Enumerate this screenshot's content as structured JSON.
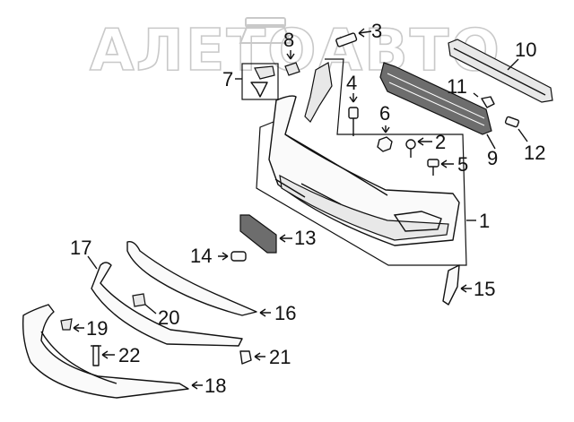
{
  "watermark": {
    "text": "АЛЕТОАВТО",
    "logo_icon": "car-logo-icon"
  },
  "callouts": {
    "c1": "1",
    "c2": "2",
    "c3": "3",
    "c4": "4",
    "c5": "5",
    "c6": "6",
    "c7": "7",
    "c8": "8",
    "c9": "9",
    "c10": "10",
    "c11": "11",
    "c12": "12",
    "c13": "13",
    "c14": "14",
    "c15": "15",
    "c16": "16",
    "c17": "17",
    "c18": "18",
    "c19": "19",
    "c20": "20",
    "c21": "21",
    "c22": "22"
  },
  "colors": {
    "line": "#111111",
    "watermark": "#c9c9c9",
    "background": "#ffffff"
  }
}
